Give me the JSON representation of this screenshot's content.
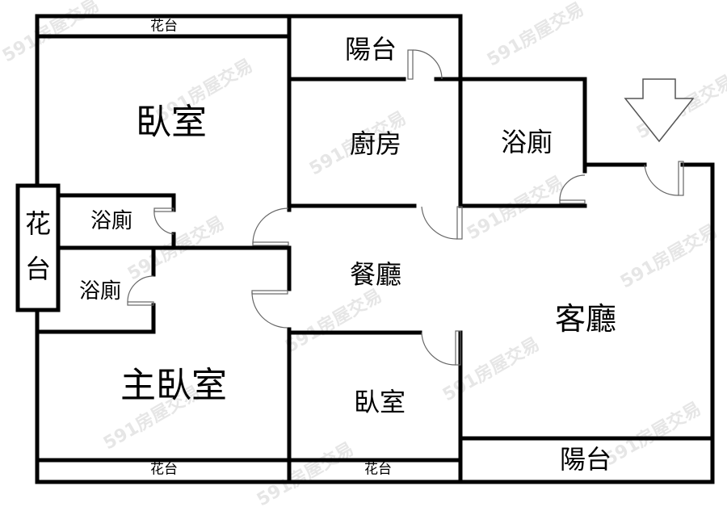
{
  "watermark": "591房屋交易",
  "rooms": {
    "planter_top": "花台",
    "bedroom_top": "臥室",
    "balcony_top": "陽台",
    "kitchen": "廚房",
    "bathroom_right": "浴廁",
    "planter_left_1": "花",
    "planter_left_2": "台",
    "bathroom_upper_left": "浴廁",
    "bathroom_lower_left": "浴廁",
    "dining_room": "餐廳",
    "living_room": "客廳",
    "master_bedroom": "主臥室",
    "bedroom_bottom": "臥室",
    "planter_bottom_left": "花台",
    "planter_bottom_mid": "花台",
    "balcony_bottom": "陽台"
  },
  "entrance": {
    "icon": "entrance-arrow-icon"
  },
  "colors": {
    "wall": "#000000",
    "door": "#666666",
    "background": "#ffffff",
    "watermark": "#e6e6e6"
  }
}
